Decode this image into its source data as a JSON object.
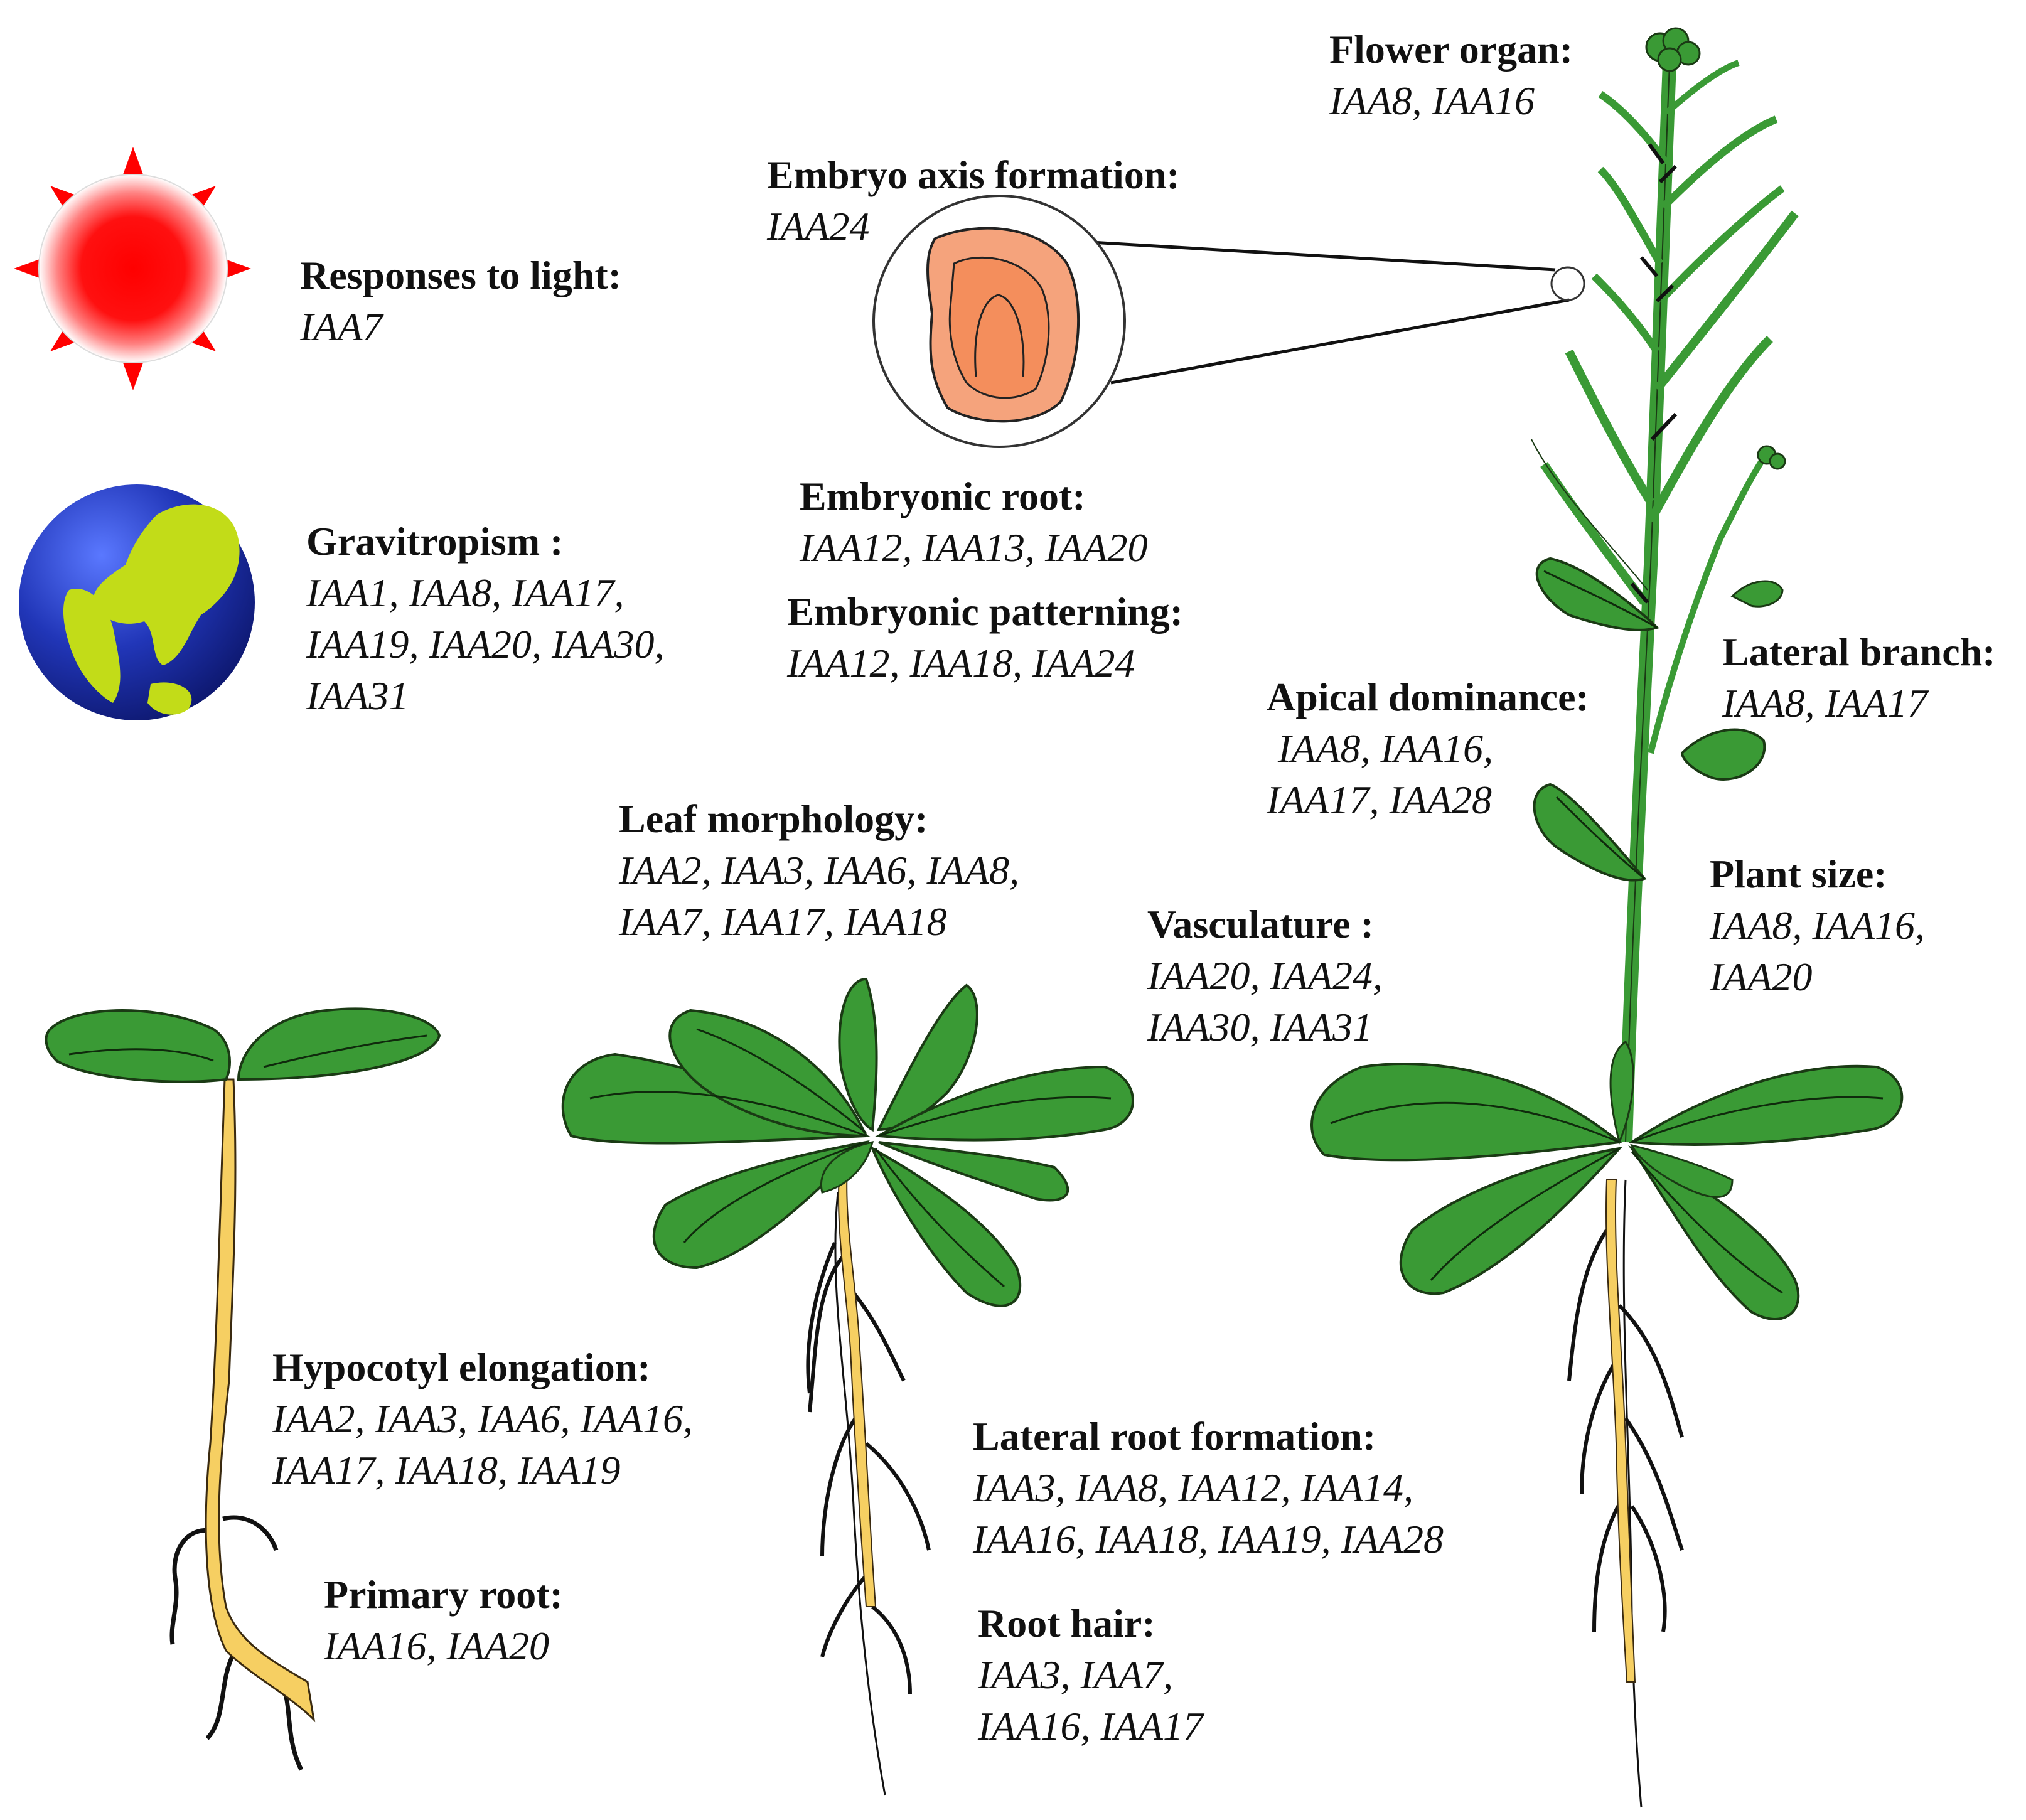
{
  "colors": {
    "leaf": "#3a9a35",
    "leaf_edge": "#1a3a14",
    "hypocotyl": "#f6cf62",
    "root": "#111111",
    "sun": "#ff0000",
    "ocean": "#2136b8",
    "land": "#c2dc18",
    "embryo": "#f5a37c",
    "embryo_inner": "#f48e5c"
  },
  "labels": {
    "flower_organ": {
      "title": "Flower organ:",
      "genes": [
        "IAA8, IAA16"
      ]
    },
    "embryo_axis": {
      "title": "Embryo axis formation:",
      "genes": [
        "IAA24"
      ]
    },
    "light": {
      "title": "Responses to light:",
      "genes": [
        "IAA7"
      ]
    },
    "gravitropism": {
      "title": "Gravitropism :",
      "genes": [
        "IAA1, IAA8, IAA17,",
        "IAA19, IAA20, IAA30,",
        "IAA31"
      ]
    },
    "embryonic_root": {
      "title": "Embryonic root:",
      "genes": [
        "IAA12, IAA13, IAA20"
      ]
    },
    "embryonic_patterning": {
      "title": "Embryonic patterning:",
      "genes": [
        "IAA12, IAA18, IAA24"
      ]
    },
    "lateral_branch": {
      "title": "Lateral branch:",
      "genes": [
        "IAA8, IAA17"
      ]
    },
    "apical_dominance": {
      "title": "Apical dominance:",
      "genes": [
        "IAA8, IAA16,",
        "IAA17, IAA28"
      ]
    },
    "leaf_morphology": {
      "title": "Leaf morphology:",
      "genes": [
        "IAA2, IAA3, IAA6, IAA8,",
        "IAA7, IAA17, IAA18"
      ]
    },
    "plant_size": {
      "title": "Plant size:",
      "genes": [
        "IAA8, IAA16,",
        "IAA20"
      ]
    },
    "vasculature": {
      "title": "Vasculature :",
      "genes": [
        "IAA20, IAA24,",
        "IAA30, IAA31"
      ]
    },
    "hypocotyl": {
      "title": "Hypocotyl elongation:",
      "genes": [
        "IAA2, IAA3, IAA6, IAA16,",
        "IAA17, IAA18, IAA19"
      ]
    },
    "lateral_root": {
      "title": "Lateral root formation:",
      "genes": [
        "IAA3, IAA8, IAA12, IAA14,",
        "IAA16, IAA18, IAA19, IAA28"
      ]
    },
    "primary_root": {
      "title": "Primary root:",
      "genes": [
        "IAA16, IAA20"
      ]
    },
    "root_hair": {
      "title": "Root hair:",
      "genes": [
        "IAA3, IAA7,",
        "IAA16, IAA17"
      ]
    }
  }
}
